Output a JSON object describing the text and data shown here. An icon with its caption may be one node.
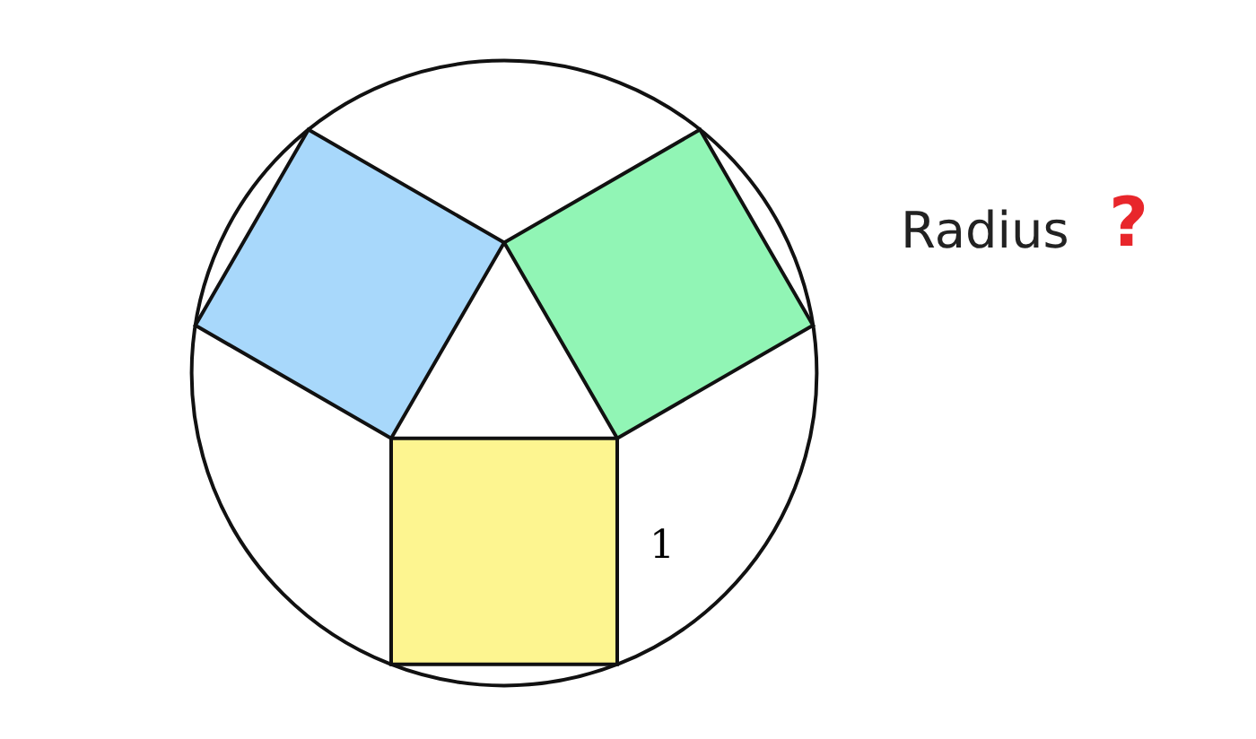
{
  "diagram": {
    "nodes": [
      {
        "text": [],
        "shape": "circle"
      },
      {
        "text": [],
        "shape": "box",
        "in": 0
      },
      {
        "text": [],
        "shape": "box",
        "in": 0
      },
      {
        "text": [],
        "shape": "box",
        "in": 0,
        "beside": [
          "1"
        ]
      }
    ],
    "labels": [
      "Radius",
      "?"
    ]
  }
}
